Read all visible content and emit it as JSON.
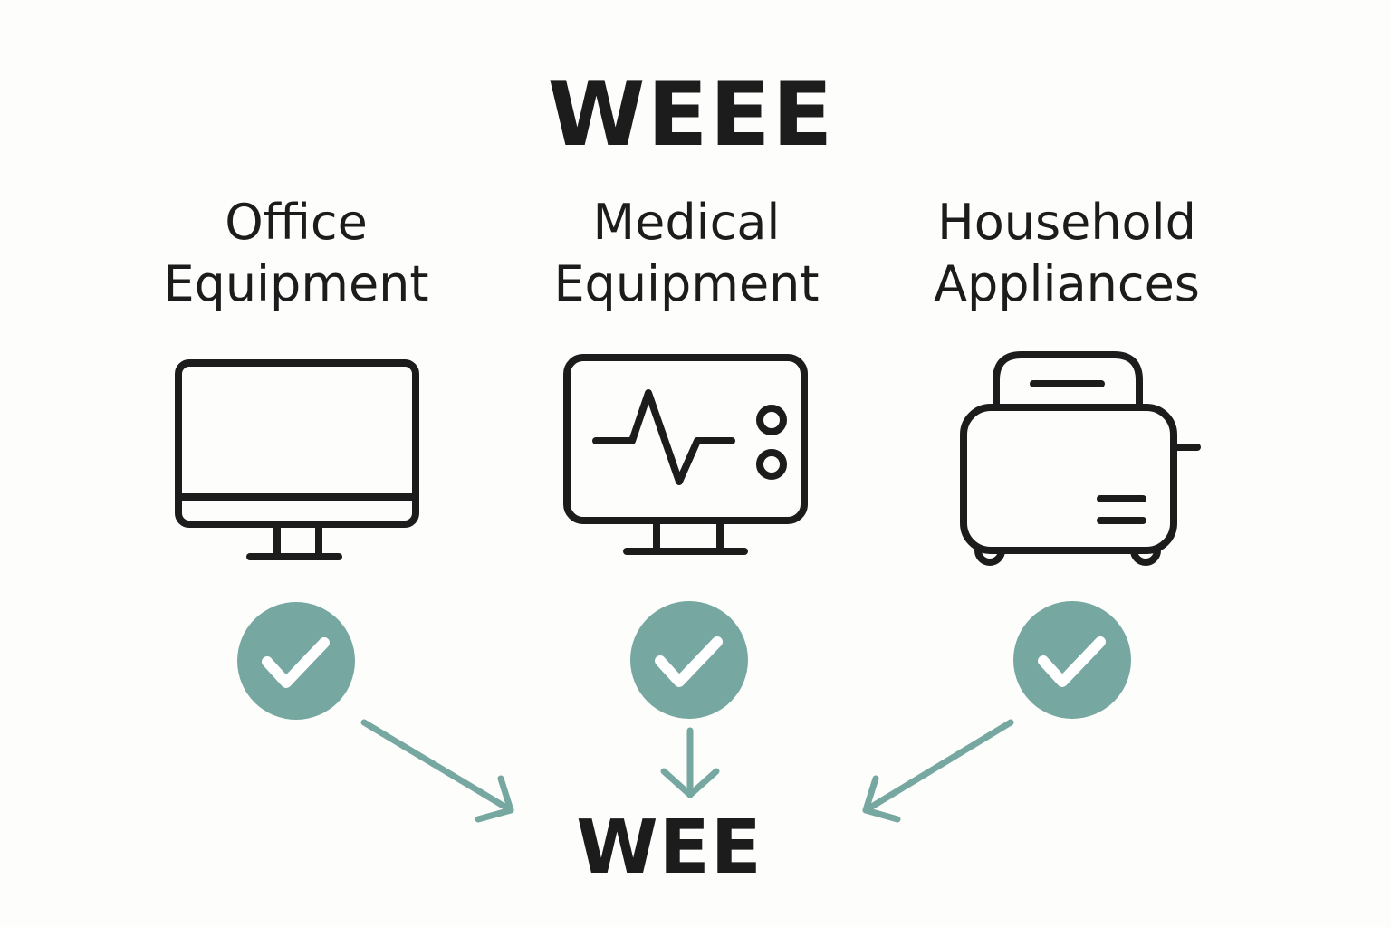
{
  "title": "WEEE",
  "categories": [
    {
      "line1": "Office",
      "line2": "Equipment",
      "icon": "computer-monitor-icon"
    },
    {
      "line1": "Medical",
      "line2": "Equipment",
      "icon": "medical-monitor-icon"
    },
    {
      "line1": "Household",
      "line2": "Appliances",
      "icon": "toaster-icon"
    }
  ],
  "result": "WEE",
  "colors": {
    "accent": "#76a7a0",
    "ink": "#1c1c1c",
    "background": "#fdfdfb"
  }
}
